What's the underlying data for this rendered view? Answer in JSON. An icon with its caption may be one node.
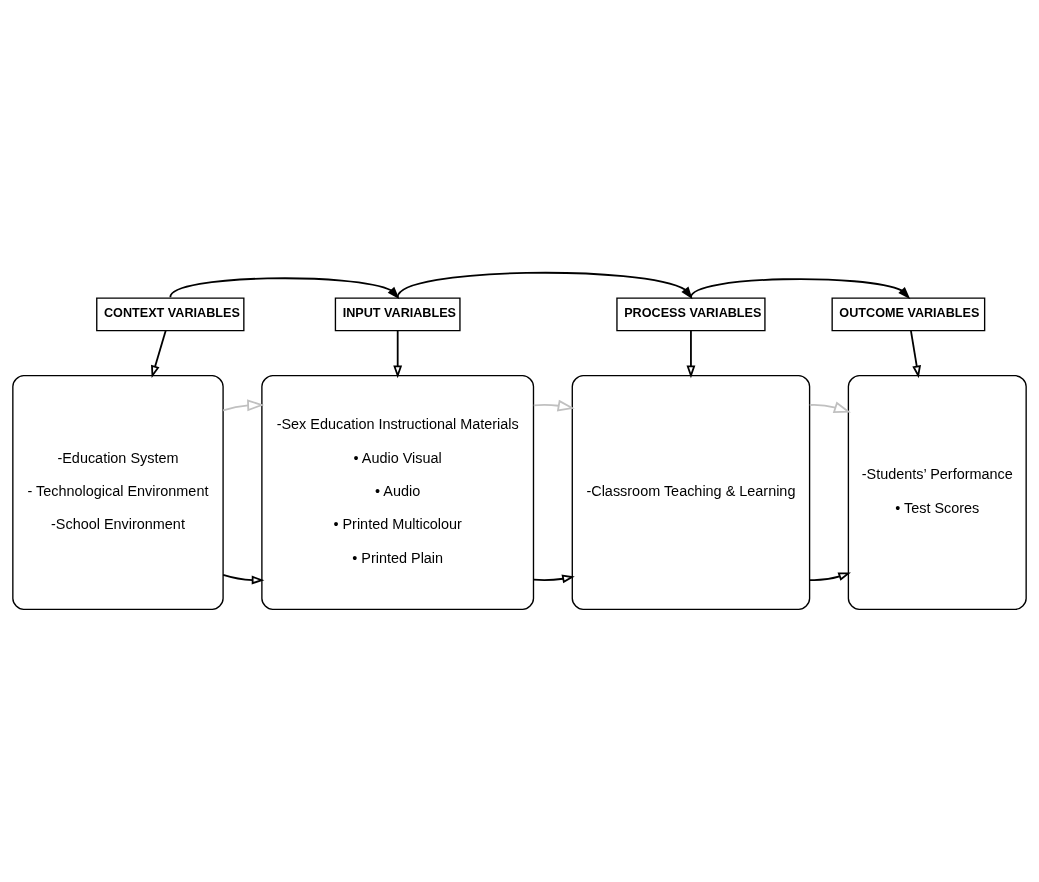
{
  "diagram": {
    "nodes": [
      {
        "text": [
          "CONTEXT VARIABLES"
        ]
      },
      {
        "text": [
          "INPUT VARIABLES"
        ]
      },
      {
        "text": [
          "PROCESS VARIABLES"
        ]
      },
      {
        "text": [
          "OUTCOME VARIABLES"
        ]
      },
      {
        "text": [
          "-Education System",
          "- Technological Environment",
          "-School Environment"
        ]
      },
      {
        "text": [
          "-Sex Education Instructional Materials",
          "• Audio Visual",
          "• Audio",
          "• Printed Multicolour",
          "• Printed Plain"
        ]
      },
      {
        "text": [
          "-Classroom Teaching & Learning"
        ]
      },
      {
        "text": [
          "-Students’ Performance",
          "• Test Scores"
        ]
      }
    ],
    "edges": [
      {
        "from": 0,
        "to": 1,
        "arrow": "to"
      },
      {
        "from": 1,
        "to": 2,
        "arrow": "to"
      },
      {
        "from": 2,
        "to": 3,
        "arrow": "to"
      },
      {
        "from": 0,
        "to": 4,
        "arrow": "to"
      },
      {
        "from": 1,
        "to": 5,
        "arrow": "to"
      },
      {
        "from": 2,
        "to": 6,
        "arrow": "to"
      },
      {
        "from": 3,
        "to": 7,
        "arrow": "to"
      },
      {
        "from": 4,
        "to": 5,
        "arrow": "to"
      },
      {
        "from": 5,
        "to": 6,
        "arrow": "to"
      },
      {
        "from": 6,
        "to": 7,
        "arrow": "to"
      },
      {
        "from": 4,
        "to": 5,
        "arrow": "to",
        "color": "#c0c0c0"
      },
      {
        "from": 5,
        "to": 6,
        "arrow": "to",
        "color": "#c0c0c0"
      },
      {
        "from": 6,
        "to": 7,
        "arrow": "to",
        "color": "#c0c0c0"
      }
    ]
  }
}
